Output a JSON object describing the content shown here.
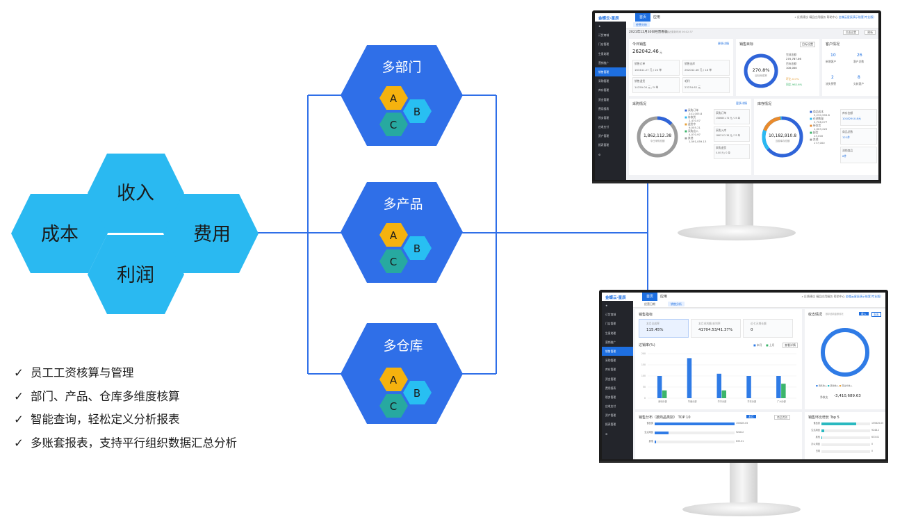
{
  "left_cluster": {
    "items": [
      {
        "label": "收入"
      },
      {
        "label": "成本"
      },
      {
        "label": "费用"
      },
      {
        "label": "利润"
      }
    ],
    "color": "#2ab9f1"
  },
  "dimensions": {
    "color": "#2f6fe8",
    "abc_colors": {
      "A": "#f5b20e",
      "B": "#28bff2",
      "C": "#27a9a0"
    },
    "groups": [
      {
        "title": "多部门",
        "a": "A",
        "b": "B",
        "c": "C"
      },
      {
        "title": "多产品",
        "a": "A",
        "b": "B",
        "c": "C"
      },
      {
        "title": "多仓库",
        "a": "A",
        "b": "B",
        "c": "C"
      }
    ]
  },
  "line_color": "#2f6fe8",
  "features": {
    "check": "✓",
    "items": [
      "员工工资核算与管理",
      "部门、产品、仓库多维度核算",
      "智能查询，轻松定义分析报表",
      "多账套报表，支持平行组织数据汇总分析"
    ]
  },
  "monitor_top": {
    "logo": "金蝶云·星辰",
    "tab_home": "首页",
    "tab_app": "应用",
    "top_right": [
      "反馈建议",
      "精品应用服务",
      "帮助中心"
    ],
    "account": "金蝶云星辰演示账套(专业版)",
    "crumbs": [
      "经营分析"
    ],
    "header_title": "2021年12月30日经营看板",
    "header_note": "最近更新时间 06:02:37",
    "header_buttons": [
      "页面设置",
      "刷新"
    ],
    "sidebar": [
      "订货商城",
      "门店管理",
      "生意助理",
      "营销推广",
      "销售管理",
      "采购管理",
      "库存管理",
      "资金管理",
      "费用报表",
      "税务管理",
      "应收应付",
      "资产管理",
      "报表管理"
    ],
    "sales_today": {
      "title": "今日销售",
      "link": "更多详情",
      "value": "262042.46",
      "unit": "元",
      "cells": [
        {
          "label": "销售订单",
          "value": "163441.27 元 / 20 单"
        },
        {
          "label": "销售出库",
          "value": "262042.46 元 / 18 单"
        },
        {
          "label": "销售退货",
          "value": "14259.00 元 / 5 单"
        },
        {
          "label": "毛利",
          "value": "23234.62 元"
        }
      ]
    },
    "sales_target": {
      "title": "销售目标",
      "link": "目标设置",
      "ring_value": "270.8%",
      "ring_label": "目标完成率",
      "lines": [
        "完成金额",
        "270,787.06",
        "目标金额",
        "100,000"
      ],
      "mom": "环比 0.0%",
      "yoy": "同比 962.6%"
    },
    "customers": {
      "title": "客户情况",
      "stats": [
        {
          "value": "10",
          "label": "新增客户"
        },
        {
          "value": "26",
          "label": "客户总数"
        },
        {
          "value": "2",
          "label": "流失预警"
        },
        {
          "value": "8",
          "label": "欠款客户"
        }
      ]
    },
    "purchase": {
      "title": "采购情况",
      "link": "更多详情",
      "ring_value": "1,862,112.38",
      "ring_label": "今日采购总额",
      "legend": [
        "采购订单",
        "241,005.8",
        "待收货",
        "2,470.07",
        "退货中",
        "9,005.21",
        "采购出入",
        "4,070.97",
        "其他",
        "1,591,059.13"
      ],
      "rows": [
        {
          "label": "采购订单",
          "value": "1586851.74 元 / 25 单"
        },
        {
          "label": "采购入库",
          "value": "1862112.38 元 / 22 单"
        },
        {
          "label": "采购退货",
          "value": "0.00 元 / 0 单"
        }
      ]
    },
    "inventory": {
      "title": "库存情况",
      "ring_value": "10,182,910.8",
      "ring_label": "当前库存总额",
      "legend": [
        "商品成本",
        "5,230,999.8",
        "在途数量",
        "2,708,077",
        "待发货",
        "1,003,220",
        "缺货",
        "13,000",
        "其他",
        "177,000"
      ],
      "side": [
        {
          "label": "库存金额",
          "value": "10182910.8元"
        },
        {
          "label": "商品总数",
          "value": "121件"
        },
        {
          "label": "滞销商品",
          "value": "6件"
        }
      ]
    }
  },
  "monitor_bottom": {
    "logo": "金蝶云·星辰",
    "tab_home": "首页",
    "tab_app": "应用",
    "top_right": [
      "反馈建议",
      "精品应用服务",
      "帮助中心"
    ],
    "account": "金蝶云星辰演示账套(专业版)",
    "crumbs": [
      "经营日期",
      "销售分析"
    ],
    "sidebar": [
      "订货商城",
      "门店管理",
      "生意助理",
      "营销推广",
      "销售管理",
      "采购管理",
      "库存管理",
      "资金管理",
      "费用报表",
      "税务管理",
      "应收应付",
      "资产管理",
      "报表管理"
    ],
    "sales_target": {
      "title": "销售指标",
      "kpis": [
        {
          "label": "本月达成率",
          "value": "115.45%"
        },
        {
          "label": "本月毛利额/毛利率",
          "value": "41704.53/41.37%"
        },
        {
          "label": "近七天增长额",
          "value": "0"
        }
      ]
    },
    "bar_chart": {
      "title": "达销率(%)",
      "link": "查看详情",
      "legend": [
        "本月",
        "上月"
      ]
    },
    "chart_data": {
      "type": "bar",
      "categories": [
        "深圳分部",
        "华南分部",
        "华中分部",
        "华东分部",
        "广州分部"
      ],
      "series": [
        {
          "name": "本月",
          "values": [
            100,
            180,
            110,
            100,
            100
          ]
        },
        {
          "name": "上月",
          "values": [
            35,
            0,
            35,
            0,
            65
          ]
        }
      ],
      "ylim": [
        0,
        200
      ],
      "yticks": [
        "200",
        "150",
        "100",
        "50",
        "0"
      ]
    },
    "income": {
      "title": "收支情况",
      "subtitle": "数字结构金额情况",
      "tabs": [
        "收入",
        "支出"
      ],
      "legend": [
        "销售收入",
        "其他收入",
        "营业外收入"
      ],
      "net_label": "净收支",
      "net_value": "-3,410,689.63"
    },
    "top10": {
      "title": "销售分布（按商品类别） TOP 10",
      "tabs": [
        "本月",
        "商品类别"
      ],
      "rows": [
        {
          "label": "食品类",
          "value": "155625.05",
          "frac": 1.0
        },
        {
          "label": "生活用品",
          "value": "9248.2",
          "frac": 0.17
        },
        {
          "label": "其他",
          "value": "633.01",
          "frac": 0.02
        }
      ]
    },
    "growth": {
      "title": "销售环比增长 Top 5",
      "rows": [
        {
          "label": "食品类",
          "value": "155625.05",
          "frac": 0.72
        },
        {
          "label": "生活用品",
          "value": "9248.2",
          "frac": 0.05
        },
        {
          "label": "其他",
          "value": "633.01",
          "frac": 0.01
        },
        {
          "label": "办公用品",
          "value": "0",
          "frac": 0.0
        },
        {
          "label": "日用",
          "value": "0",
          "frac": 0.0
        }
      ]
    }
  }
}
